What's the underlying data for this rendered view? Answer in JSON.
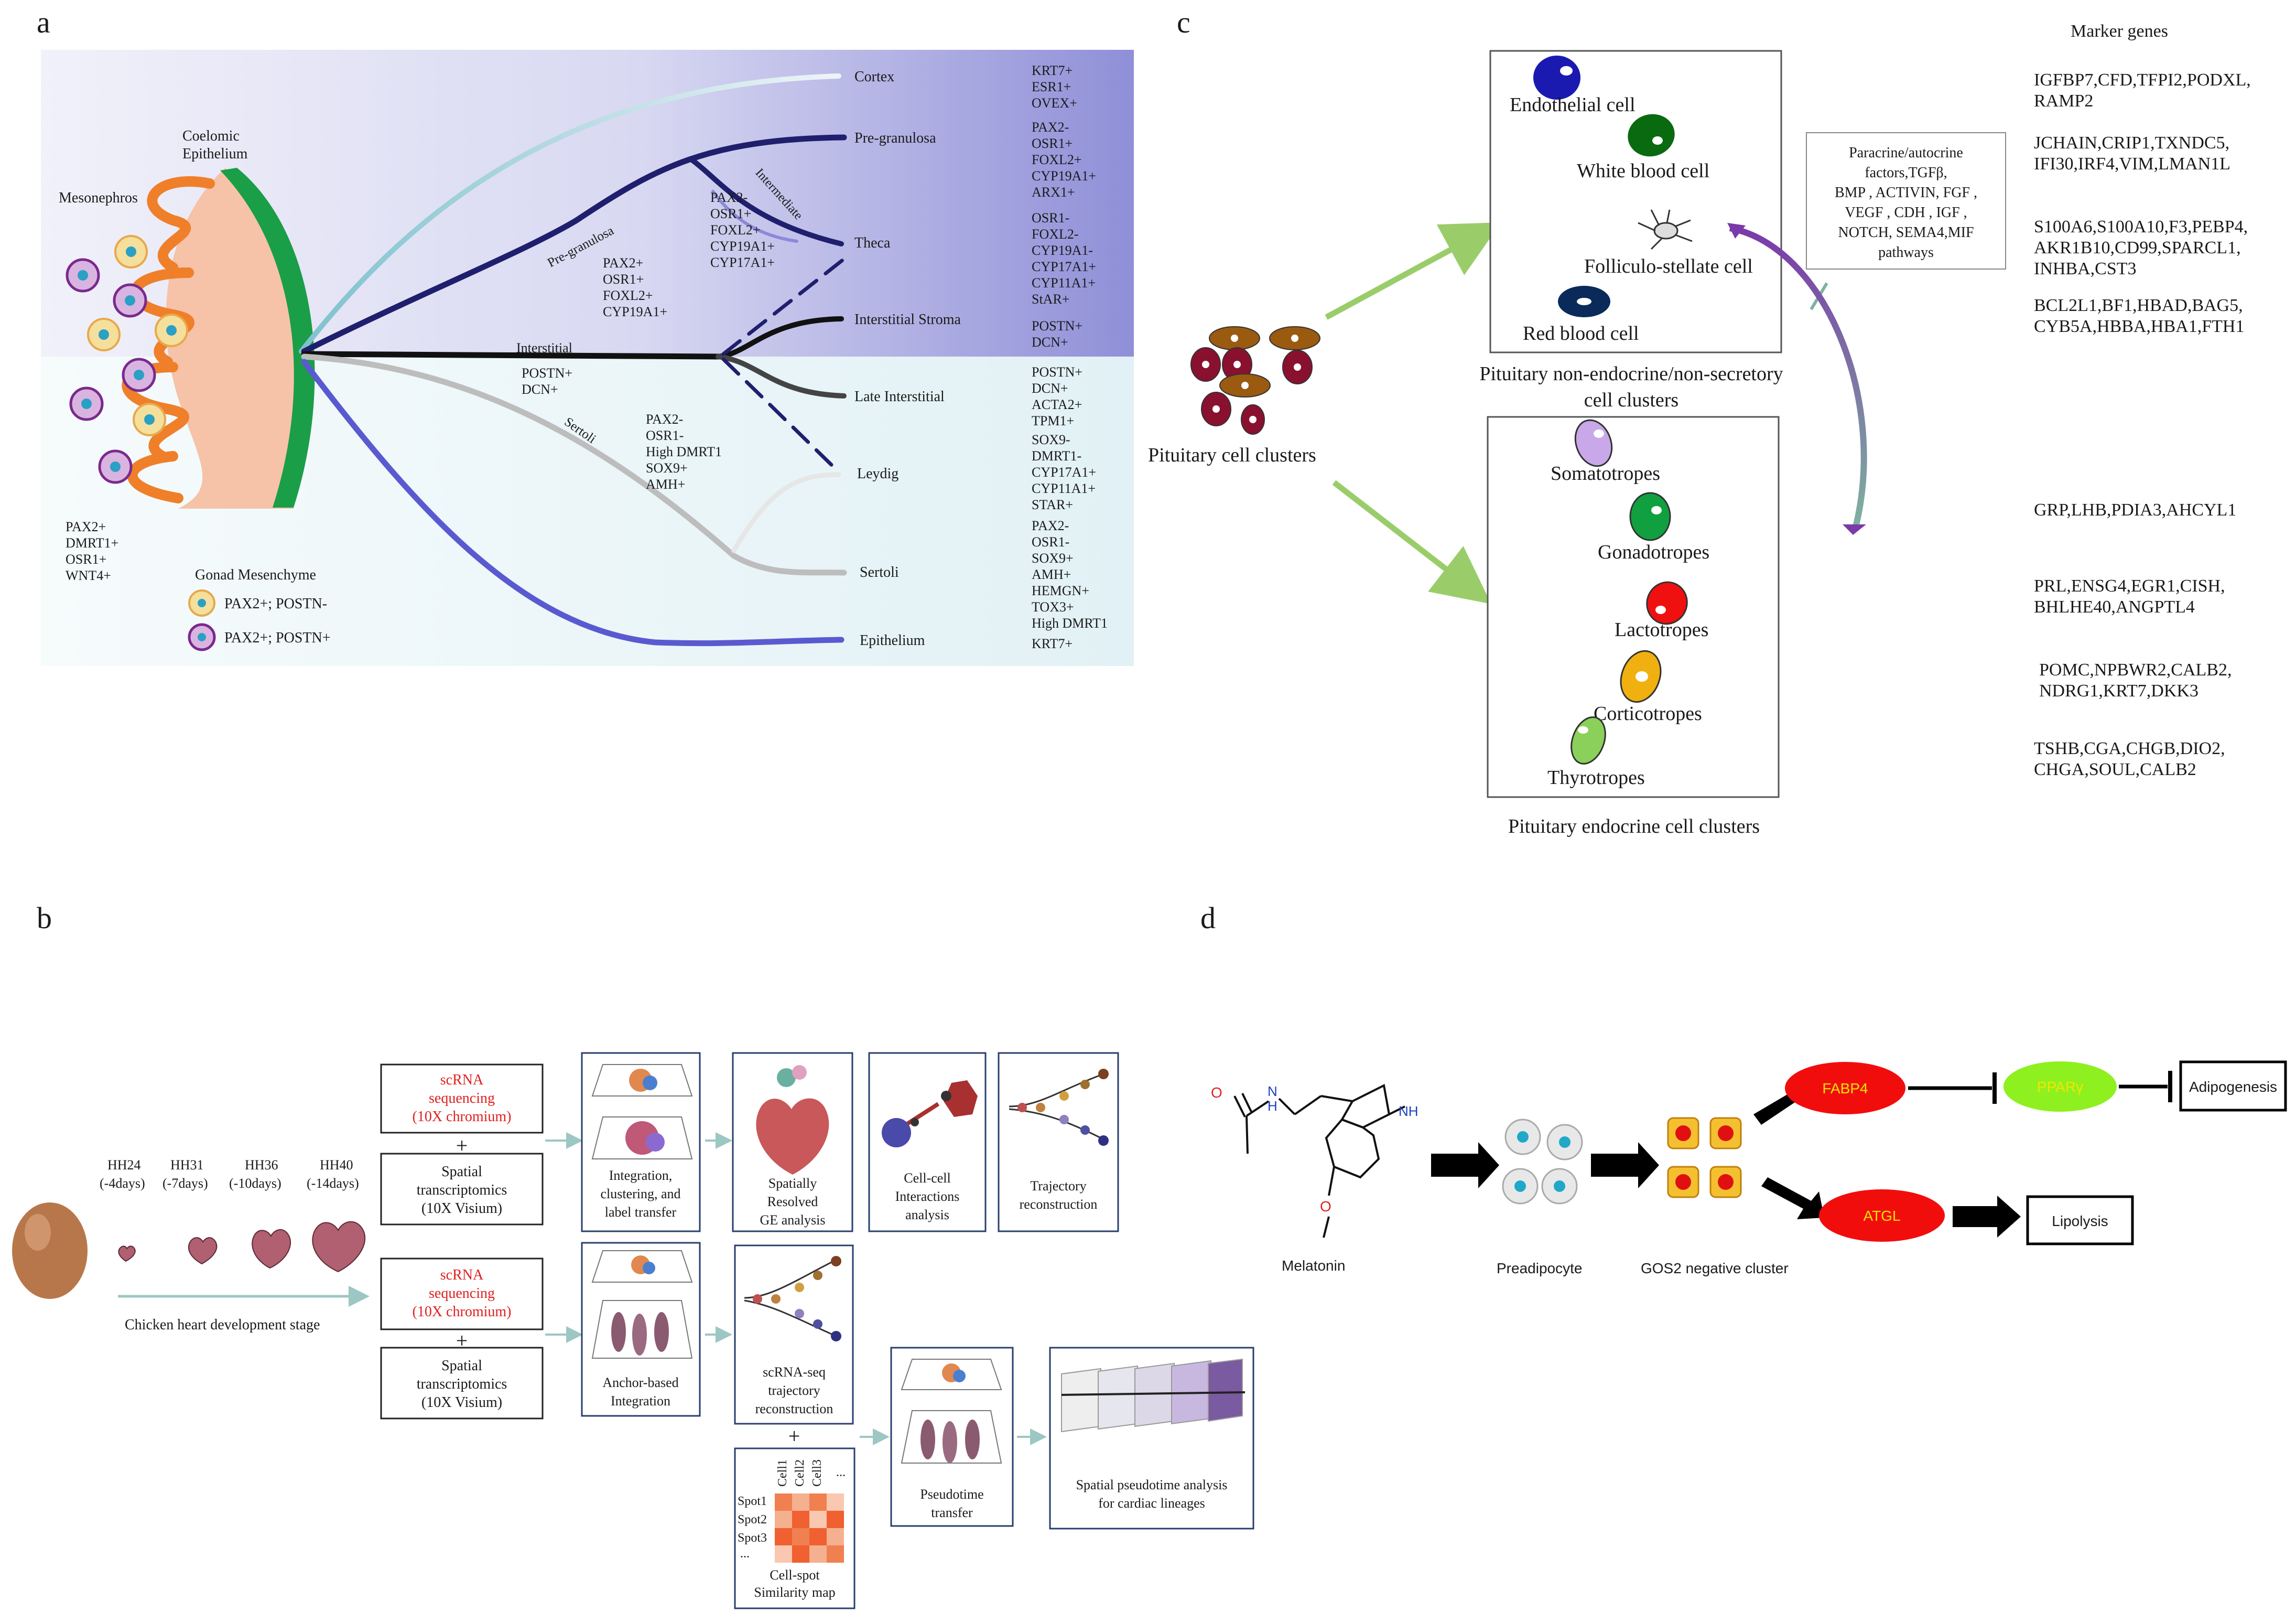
{
  "panels": {
    "a": "a",
    "b": "b",
    "c": "c",
    "d": "d"
  },
  "panel_a": {
    "coelomic": [
      "Coelomic",
      "Epithelium"
    ],
    "mesonephros": "Mesonephros",
    "left_markers": [
      "PAX2+",
      "DMRT1+",
      "OSR1+",
      "WNT4+"
    ],
    "gonad_mesenchyme": "Gonad Mesenchyme",
    "legend": [
      "PAX2+; POSTN-",
      "PAX2+; POSTN+"
    ],
    "branch_labels": {
      "pregranulosa": "Pre-granulosa",
      "intermediate": "Intermediate",
      "interstitial": "Interstitial",
      "sertoli": "Sertoli"
    },
    "mid_markers": {
      "pregranulosa": [
        "PAX2+",
        "OSR1+",
        "FOXL2+",
        "CYP19A1+"
      ],
      "intermediate": [
        "PAX2-",
        "OSR1+",
        "FOXL2+",
        "CYP19A1+",
        "CYP17A1+"
      ],
      "interstitial": [
        "POSTN+",
        "DCN+"
      ],
      "sertoli": [
        "PAX2-",
        "OSR1-",
        "High DMRT1",
        "SOX9+",
        "AMH+"
      ]
    },
    "fates": [
      {
        "name": "Cortex",
        "markers": [
          "KRT7+",
          "ESR1+",
          "OVEX+"
        ]
      },
      {
        "name": "Pre-granulosa",
        "markers": [
          "PAX2-",
          "OSR1+",
          "FOXL2+",
          "CYP19A1+",
          "ARX1+"
        ]
      },
      {
        "name": "Theca",
        "markers": [
          "OSR1-",
          "FOXL2-",
          "CYP19A1-",
          "CYP17A1+",
          "CYP11A1+",
          "StAR+"
        ]
      },
      {
        "name": "Interstitial Stroma",
        "markers": [
          "POSTN+",
          "DCN+"
        ]
      },
      {
        "name": "Late Interstitial",
        "markers": [
          "POSTN+",
          "DCN+",
          "ACTA2+",
          "TPM1+"
        ]
      },
      {
        "name": "Leydig",
        "markers": [
          "SOX9-",
          "DMRT1-",
          "CYP17A1+",
          "CYP11A1+",
          "STAR+"
        ]
      },
      {
        "name": "Sertoli",
        "markers": [
          "PAX2-",
          "OSR1-",
          "SOX9+",
          "AMH+",
          "HEMGN+",
          "TOX3+",
          "High DMRT1"
        ]
      },
      {
        "name": "Epithelium",
        "markers": [
          "KRT7+"
        ]
      }
    ]
  },
  "panel_b": {
    "stages": [
      {
        "name": "HH24",
        "days": "(-4days)"
      },
      {
        "name": "HH31",
        "days": "(-7days)"
      },
      {
        "name": "HH36",
        "days": "(-10days)"
      },
      {
        "name": "HH40",
        "days": "(-14days)"
      }
    ],
    "stage_caption": "Chicken heart development stage",
    "scrna": [
      "scRNA",
      "sequencing",
      "(10X chromium)"
    ],
    "spatial": [
      "Spatial",
      "transcriptomics",
      "(10X Visium)"
    ],
    "plus": "+",
    "top_boxes": [
      [
        "Integration,",
        "clustering, and",
        "label transfer"
      ],
      [
        "Spatially",
        "Resolved",
        "GE analysis"
      ],
      [
        "Cell-cell",
        "Interactions",
        "analysis"
      ],
      [
        "Trajectory",
        "reconstruction"
      ]
    ],
    "anchor": [
      "Anchor-based",
      "Integration"
    ],
    "scrna_traj": [
      "scRNA-seq",
      "trajectory",
      "reconstruction"
    ],
    "matrix": {
      "cols": [
        "Cell1",
        "Cell2",
        "Cell3",
        "..."
      ],
      "rows": [
        "Spot1",
        "Spot2",
        "Spot3",
        "..."
      ],
      "caption": [
        "Cell-spot",
        "Similarity map"
      ]
    },
    "pseudotime": [
      "Pseudotime",
      "transfer"
    ],
    "spatial_pseudotime": [
      "Spatial pseudotime analysis",
      "for cardiac lineages"
    ]
  },
  "panel_c": {
    "marker_title": "Marker genes",
    "pituitary_clusters": "Pituitary cell clusters",
    "non_endocrine": {
      "cells": [
        "Endothelial cell",
        "White blood cell",
        "Folliculo-stellate cell",
        "Red blood cell"
      ],
      "caption": [
        "Pituitary non-endocrine/non-secretory",
        "cell clusters"
      ]
    },
    "endocrine": {
      "cells": [
        "Somatotropes",
        "Gonadotropes",
        "Lactotropes",
        "Corticotropes",
        "Thyrotropes"
      ],
      "caption": "Pituitary endocrine cell clusters"
    },
    "paracrine": [
      "Paracrine/autocrine",
      "factors,TGFβ,",
      "BMP , ACTIVIN, FGF ,",
      "VEGF , CDH , IGF ,",
      "NOTCH, SEMA4,MIF",
      "pathways"
    ],
    "marker_lists": [
      [
        "IGFBP7,CFD,TFPI2,PODXL,",
        "RAMP2"
      ],
      [
        "JCHAIN,CRIP1,TXNDC5,",
        "IFI30,IRF4,VIM,LMAN1L"
      ],
      [
        "S100A6,S100A10,F3,PEBP4,",
        "AKR1B10,CD99,SPARCL1,",
        "INHBA,CST3"
      ],
      [
        "BCL2L1,BF1,HBAD,BAG5,",
        "CYB5A,HBBA,HBA1,FTH1"
      ],
      [
        "GRP,LHB,PDIA3,AHCYL1"
      ],
      [
        "PRL,ENSG4,EGR1,CISH,",
        "BHLHE40,ANGPTL4"
      ],
      [
        "POMC,NPBWR2,CALB2,",
        "NDRG1,KRT7,DKK3"
      ],
      [
        "TSHB,CGA,CHGB,DIO2,",
        "CHGA,SOUL,CALB2"
      ]
    ]
  },
  "panel_d": {
    "melatonin": "Melatonin",
    "atom_o": "O",
    "atom_n": "N",
    "atom_h": "H",
    "atom_nh": "NH",
    "preadipocyte": "Preadipocyte",
    "gos2": "GOS2 negative cluster",
    "fabp4": "FABP4",
    "pparg": "PPARγ",
    "atgl": "ATGL",
    "adipogenesis": "Adipogenesis",
    "lipolysis": "Lipolysis"
  }
}
